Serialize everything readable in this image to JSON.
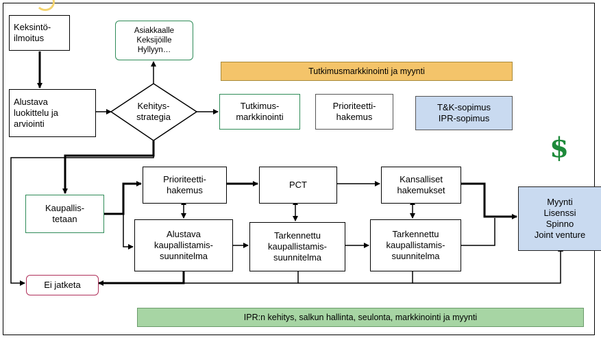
{
  "nodes": {
    "keksinto": "Keksintö-\nilmoitus",
    "asiakkaalle": "Asiakkaalle\nKeksijöille\nHyllyyn…",
    "tutkimusmarkkinointi_banner": "Tutkimusmarkkinointi  ja myynti",
    "alustava_luokittelu": "Alustava\nluokittelu ja\narviointi",
    "kehitysstrategia": "Kehitys-\nstrategia",
    "tutkimusmarkkinointi": "Tutkimus-\nmarkkinointi",
    "prioriteetti_top": "Prioriteetti-\nhakemus",
    "tk_sopimus": "T&K-sopimus\nIPR-sopimus",
    "dollar": "$",
    "kaupallistetaan": "Kaupallis-\ntetaan",
    "prioriteetti": "Prioriteetti-\nhakemus",
    "pct": "PCT",
    "kansalliset": "Kansalliset\nhakemukset",
    "myynti": "Myynti\nLisenssi\nSpinno\nJoint venture",
    "alustava_kaup": "Alustava\nkaupallistamis-\nsuunnitelma",
    "tarkennettu_1": "Tarkennettu\nkaupallistamis-\nsuunnitelma",
    "tarkennettu_2": "Tarkennettu\nkaupallistamis-\nsuunnitelma",
    "ei_jatketa": "Ei jatketa",
    "ipr_banner": "IPR:n kehitys, salkun hallinta, seulonta, markkinointi ja myynti"
  },
  "colors": {
    "green_outline": "#2e8b57",
    "red_outline": "#b0305a",
    "orange_banner": "#f4c46a",
    "green_banner": "#a7d5a4",
    "blue_box": "#c9daf0",
    "dollar": "#1d8a3a"
  }
}
